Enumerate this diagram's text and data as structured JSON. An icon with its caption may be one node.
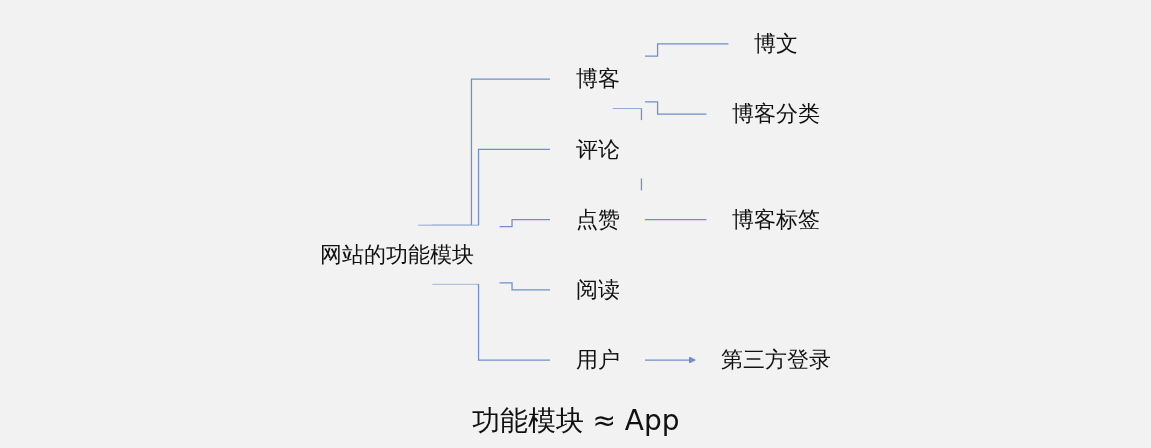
{
  "diagram": {
    "caption": "功能模块 ≈ App",
    "nodes": [
      {
        "text": [
          "网站的功能模块"
        ]
      },
      {
        "text": [
          "博客"
        ]
      },
      {
        "text": [
          "评论"
        ]
      },
      {
        "text": [
          "点赞"
        ]
      },
      {
        "text": [
          "阅读"
        ]
      },
      {
        "text": [
          "用户"
        ]
      },
      {
        "text": [
          "博文"
        ]
      },
      {
        "text": [
          "博客分类"
        ]
      },
      {
        "text": [
          "博客标签"
        ]
      },
      {
        "text": [
          "第三方登录"
        ]
      }
    ],
    "edges": [
      {
        "from": 0,
        "to": 1,
        "arrow": "none"
      },
      {
        "from": 0,
        "to": 2,
        "arrow": "none"
      },
      {
        "from": 0,
        "to": 3,
        "arrow": "none"
      },
      {
        "from": 0,
        "to": 4,
        "arrow": "none"
      },
      {
        "from": 0,
        "to": 5,
        "arrow": "none"
      },
      {
        "from": 1,
        "to": 6,
        "arrow": "none"
      },
      {
        "from": 1,
        "to": 7,
        "arrow": "none"
      },
      {
        "from": 1,
        "to": 8,
        "arrow": "none"
      },
      {
        "from": 5,
        "to": 9,
        "arrow": "to"
      }
    ]
  }
}
